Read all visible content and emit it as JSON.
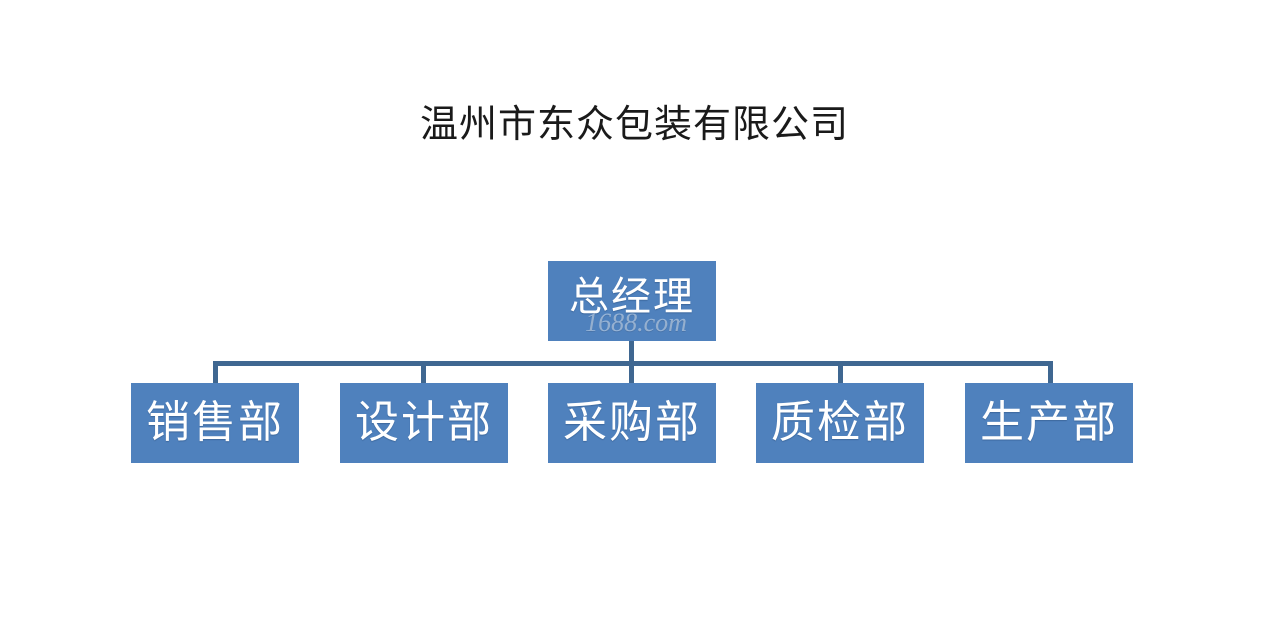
{
  "document": {
    "title": "温州市东众包装有限公司",
    "background_color": "#FFFFFF",
    "watermark": "1688.com"
  },
  "chart_data": {
    "type": "diagram",
    "diagram_type": "organization-chart",
    "title": "温州市东众包装有限公司",
    "orientation": "top-down",
    "node_fill_color": "#4F81BD",
    "node_text_color": "#FFFFFF",
    "connector_color": "#3F6791",
    "levels": 2,
    "root": {
      "id": "general-manager",
      "label": "总经理"
    },
    "children": [
      {
        "id": "sales-department",
        "label": "销售部"
      },
      {
        "id": "design-department",
        "label": "设计部"
      },
      {
        "id": "purchasing-department",
        "label": "采购部"
      },
      {
        "id": "quality-inspection-department",
        "label": "质检部"
      },
      {
        "id": "production-department",
        "label": "生产部"
      }
    ],
    "edges": [
      {
        "from": "general-manager",
        "to": "sales-department"
      },
      {
        "from": "general-manager",
        "to": "design-department"
      },
      {
        "from": "general-manager",
        "to": "purchasing-department"
      },
      {
        "from": "general-manager",
        "to": "quality-inspection-department"
      },
      {
        "from": "general-manager",
        "to": "production-department"
      }
    ]
  }
}
